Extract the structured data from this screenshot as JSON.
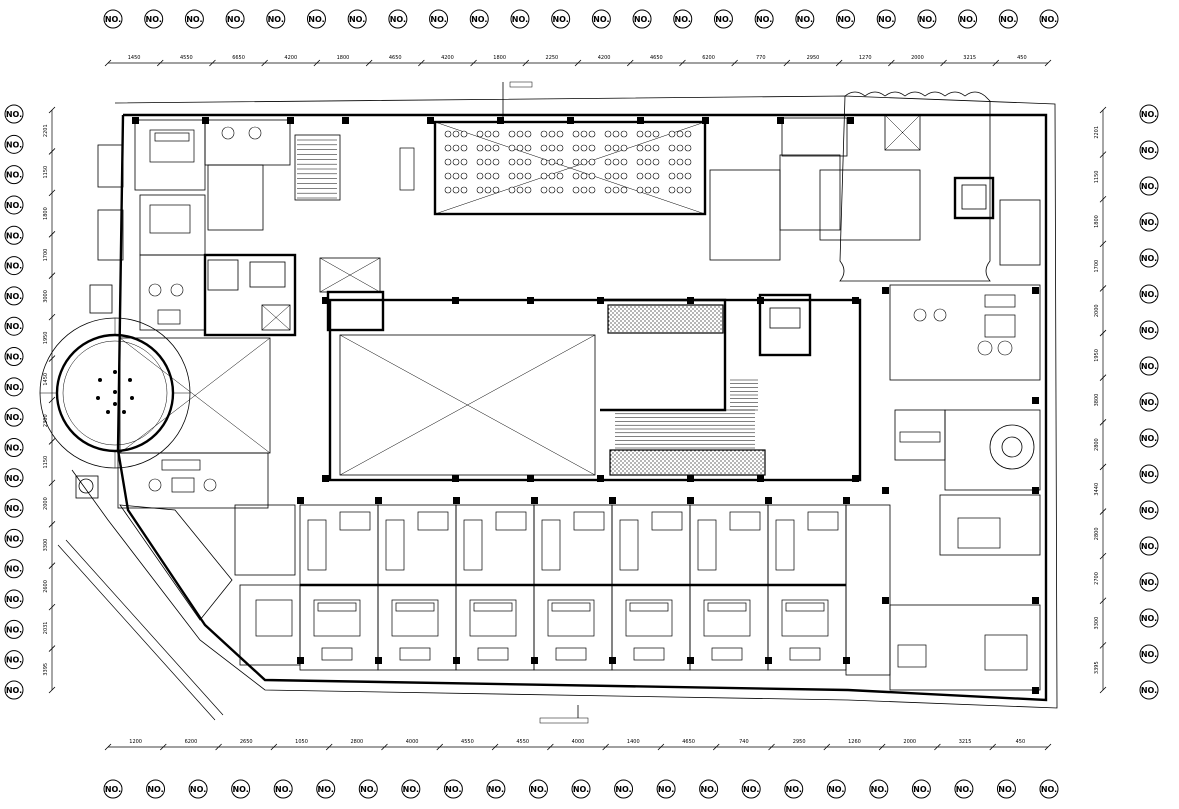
{
  "drawing": {
    "type": "architectural-floor-plan",
    "bubble_label": "NO.",
    "top_bubble_count": 24,
    "bottom_bubble_count": 23,
    "left_bubble_count": 20,
    "right_bubble_count": 17,
    "top_dimensions": [
      "1450",
      "4550",
      "6650",
      "4200",
      "1800",
      "4650",
      "4200",
      "1800",
      "2250",
      "4200",
      "4650",
      "6200",
      "770",
      "2950",
      "1270",
      "2000",
      "3215",
      "450"
    ],
    "bottom_dimensions": [
      "1200",
      "6200",
      "2650",
      "1050",
      "2800",
      "4000",
      "4550",
      "4550",
      "4000",
      "1400",
      "4650",
      "740",
      "2950",
      "1260",
      "2000",
      "3215",
      "450"
    ],
    "left_dimensions": [
      "2201",
      "1150",
      "1800",
      "1700",
      "3000",
      "1950",
      "1450",
      "2300",
      "1150",
      "2000",
      "3300",
      "2600",
      "2031",
      "3395"
    ],
    "right_dimensions": [
      "2201",
      "1150",
      "1800",
      "1700",
      "2000",
      "1950",
      "3800",
      "2800",
      "3440",
      "2800",
      "2700",
      "3300",
      "3395"
    ]
  }
}
